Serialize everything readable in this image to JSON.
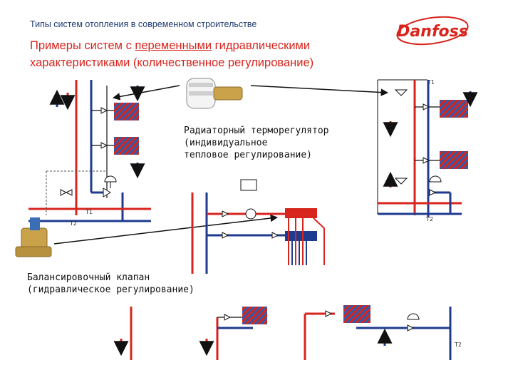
{
  "header": {
    "subtitle": "Типы систем отопления в современном строительстве",
    "title_line1_pre": "Примеры систем с ",
    "title_line1_underlined": "переменными",
    "title_line1_post": " гидравлическими",
    "title_line2": "характеристиками (количественное регулирование)"
  },
  "brand": {
    "logo_text": "Danfoss",
    "color": "#d7251d"
  },
  "callouts": {
    "thermostat": {
      "line1": "Радиаторный терморегулятор",
      "line2": "(индивидуальное",
      "line3": "тепловое регулирование)"
    },
    "balancing": {
      "line1": "Балансировочный клапан",
      "line2": "(гидравлическое регулирование)"
    }
  },
  "pipe_labels": {
    "supply": "T1",
    "return": "T2"
  },
  "colors": {
    "supply": "#d7251d",
    "return": "#1f3b8f",
    "accent_text": "#d7251d",
    "text_dark": "#1f3b73"
  }
}
